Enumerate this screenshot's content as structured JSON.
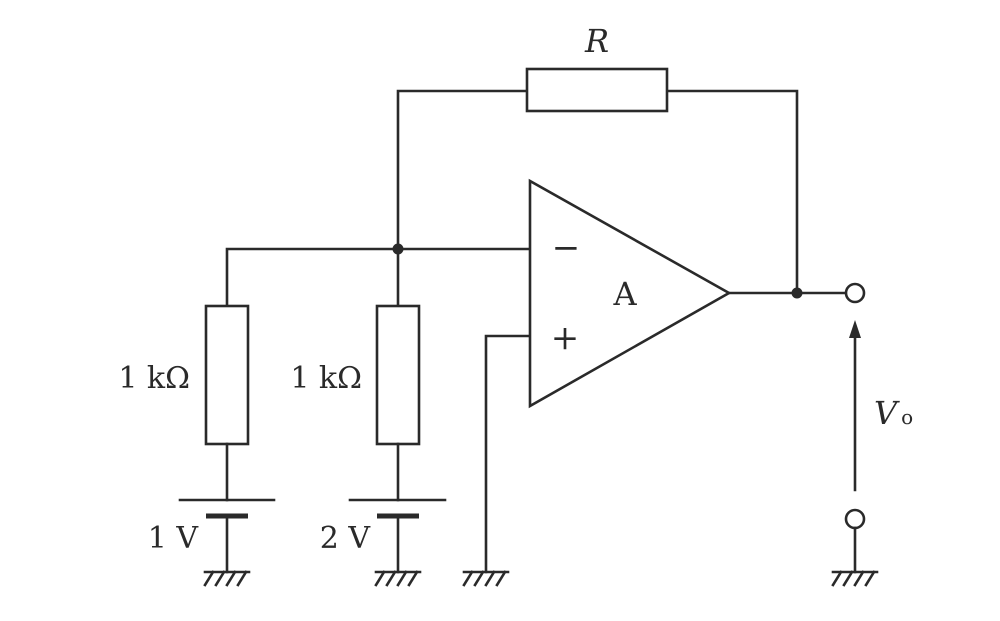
{
  "diagram": {
    "feedback_resistor": "R",
    "opamp": {
      "name": "A",
      "inverting": "−",
      "noninverting": "+"
    },
    "resistor_left": "1 kΩ",
    "resistor_right": "1 kΩ",
    "battery_left": "1 V",
    "battery_right": "2 V",
    "output_voltage": {
      "symbol": "V",
      "subscript": "o"
    }
  },
  "colors": {
    "ink": "#2a2a2a",
    "background": "#ffffff"
  }
}
